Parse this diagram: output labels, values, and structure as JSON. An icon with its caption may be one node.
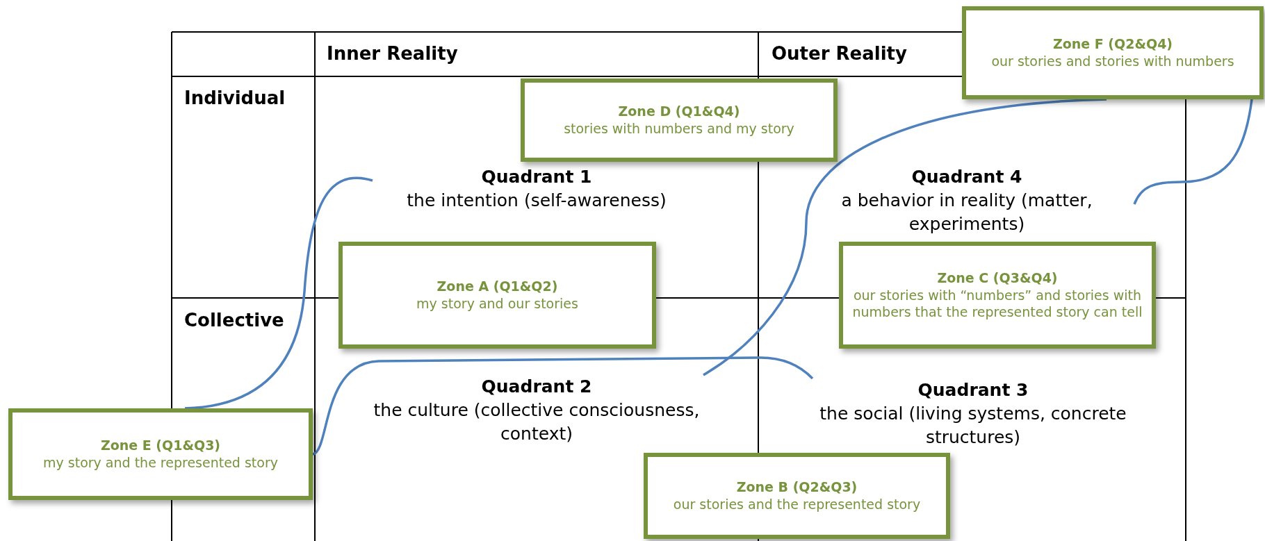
{
  "diagram": {
    "nodes": [
      {
        "text": [
          "Zone F (Q2&Q4)",
          "our stories and stories with numbers"
        ]
      },
      {
        "text": [
          "Zone D (Q1&Q4)",
          "stories with numbers and my story"
        ]
      },
      {
        "text": [
          "Quadrant 1",
          "the intention (self-awareness)"
        ]
      },
      {
        "text": [
          "Quadrant 4",
          "a behavior in reality (matter, experiments)"
        ]
      },
      {
        "text": [
          "Zone A (Q1&Q2)",
          "my story and our stories"
        ]
      },
      {
        "text": [
          "Zone C (Q3&Q4)",
          "our stories with “numbers” and stories with numbers that the represented story can tell"
        ]
      },
      {
        "text": [
          "Quadrant 2",
          "the culture (collective consciousness, context)"
        ]
      },
      {
        "text": [
          "Quadrant 3",
          "the social (living systems, concrete structures)"
        ]
      },
      {
        "text": [
          "Zone E (Q1&Q3)",
          "my story and the represented story"
        ]
      },
      {
        "text": [
          "Zone B (Q2&Q3)",
          "our stories and the represented story"
        ]
      }
    ],
    "edges": [
      {
        "from": 8,
        "to": 2,
        "arrow": "none"
      },
      {
        "from": 8,
        "to": 7,
        "arrow": "none"
      },
      {
        "from": 0,
        "to": 6,
        "arrow": "none"
      },
      {
        "from": 0,
        "to": 3,
        "arrow": "none"
      }
    ],
    "labels": [
      "Inner Reality",
      "Outer Reality",
      "Individual",
      "Collective"
    ]
  }
}
